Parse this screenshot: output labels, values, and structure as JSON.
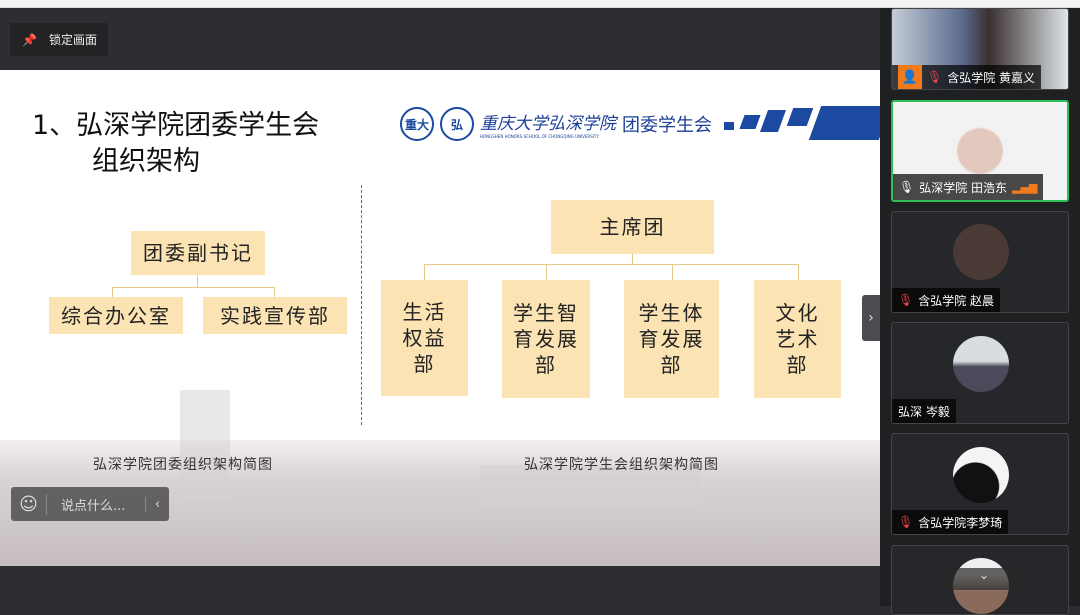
{
  "toolbar": {
    "lock_label": "锁定画面"
  },
  "slide": {
    "title_line1": "1、弘深学院团委学生会",
    "title_line2": "组织架构",
    "logo": {
      "seal": "重大",
      "seal2": "弘",
      "cn": "重庆大学弘深学院",
      "en": "HONGSHEN HONORS SCHOOL OF CHONGQING UNIVERSITY",
      "org": "团委学生会"
    },
    "left_chart": {
      "head": "团委副书记",
      "children": [
        "综合办公室",
        "实践宣传部"
      ],
      "caption": "弘深学院团委组织架构简图"
    },
    "right_chart": {
      "head": "主席团",
      "children": [
        "生活权益部",
        "学生智育发展部",
        "学生体育发展部",
        "文化艺术部"
      ],
      "caption": "弘深学院学生会组织架构简图"
    }
  },
  "chat": {
    "placeholder": "说点什么..."
  },
  "participants": [
    {
      "name": "含弘学院 黄嘉义",
      "muted": true
    },
    {
      "name": "弘深学院 田浩东",
      "muted": false,
      "speaking": true
    },
    {
      "name": "含弘学院 赵晨",
      "muted": true
    },
    {
      "name": "弘深 岑毅",
      "muted": false
    },
    {
      "name": "含弘学院李梦琦",
      "muted": true
    },
    {
      "name": "",
      "muted": false
    }
  ],
  "colors": {
    "accent": "#2ebd59",
    "box": "#fbe3b3",
    "brand": "#1c4aa0"
  }
}
